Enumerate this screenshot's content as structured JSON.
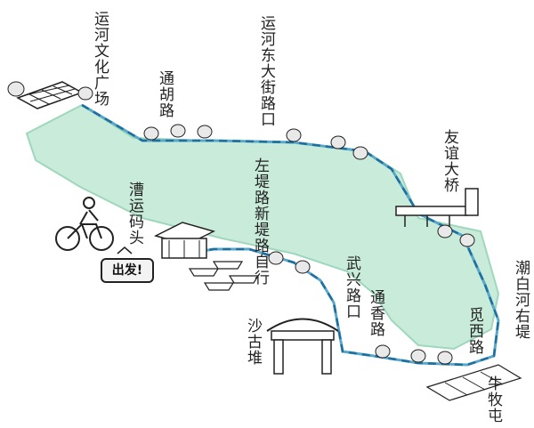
{
  "colors": {
    "river": "#bfe8d4",
    "river_edge": "#8fd1b2",
    "route": "#5aa8c8",
    "route_dash": "#1e6fa0",
    "ink": "#222222",
    "tree": "#e9e9e9"
  },
  "icons": [
    "bicycle-rider-icon",
    "plaza-grid-icon",
    "pavilion-icon",
    "boats-icon",
    "bridge-icon",
    "archway-icon",
    "village-grid-icon",
    "tree-icon"
  ],
  "start_sign": "出发!",
  "labels": {
    "yunhe_culture_square": "运河文化广场",
    "tonghu_road": "通胡路",
    "yunhe_east_street_crossing": "运河东大街路口",
    "friendship_bridge": "友谊大桥",
    "caoyun_wharf": "漕运码头",
    "left_right_dike_road": "左堤路新堤路自行",
    "wuxing_crossing": "武兴路口",
    "tongxiang_road": "通香路",
    "shaguodui": "沙古堆",
    "mixi_road": "觅西路",
    "chaobaihe_right_dike": "潮白河右堤",
    "niumutun": "牛牧屯"
  }
}
